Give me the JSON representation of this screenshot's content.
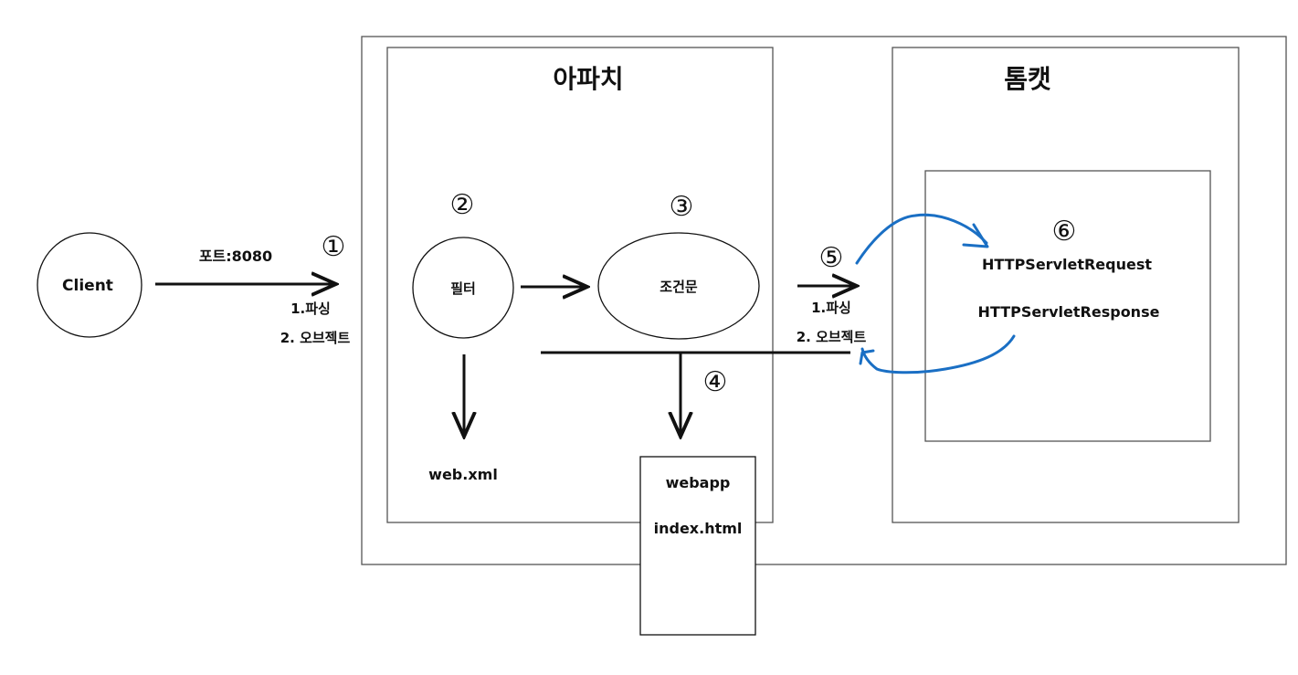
{
  "client_label": "Client",
  "port_label": "포트:8080",
  "step_left": {
    "number": "①",
    "line1": "1.파싱",
    "line2": "2. 오브젝트"
  },
  "apache": {
    "title": "아파치",
    "filter": {
      "number": "②",
      "label": "필터"
    },
    "condition": {
      "number": "③",
      "label": "조건문"
    },
    "web_xml": "web.xml",
    "step4_number": "④"
  },
  "webapp": {
    "line1": "webapp",
    "line2": "index.html"
  },
  "step5": {
    "number": "⑤",
    "line1": "1.파싱",
    "line2": "2. 오브젝트"
  },
  "tomcat": {
    "title": "톰캣",
    "number": "⑥",
    "request": "HTTPServletRequest",
    "response": "HTTPServletResponse"
  },
  "colors": {
    "ink": "#111111",
    "box_border": "#555555",
    "annotation_blue": "#1a6fc4"
  },
  "icons": {
    "arrowhead": "arrow-head",
    "step_marker": "circled-number"
  }
}
